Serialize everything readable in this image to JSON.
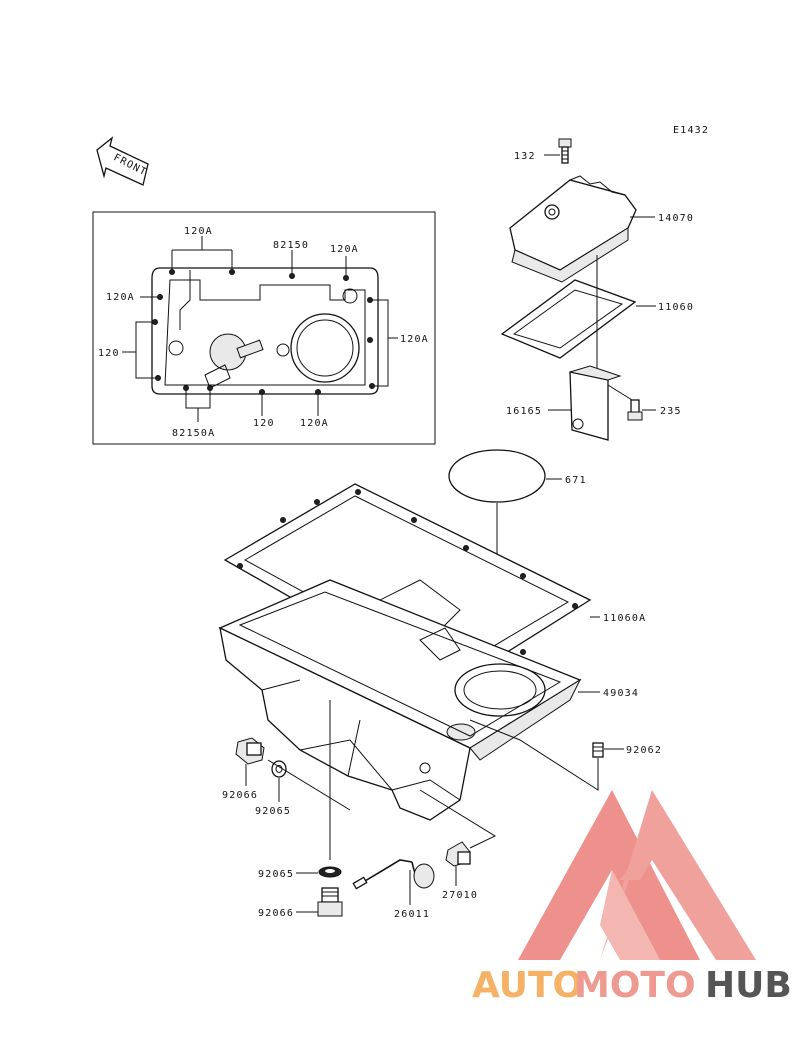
{
  "diagram_code": "E1432",
  "front_label": "FRONT",
  "callouts": {
    "p132": "132",
    "p14070": "14070",
    "p11060": "11060",
    "p16165": "16165",
    "p235": "235",
    "p671": "671",
    "p11060A": "11060A",
    "p49034": "49034",
    "p92062": "92062",
    "p92066_top": "92066",
    "p92065_top": "92065",
    "p92065_bot": "92065",
    "p92066_bot": "92066",
    "p26011": "26011",
    "p27010": "27010"
  },
  "inset": {
    "l_120A_top": "120A",
    "l_82150": "82150",
    "l_120A_tr": "120A",
    "l_120A_left": "120A",
    "l_120_left": "120",
    "l_120A_right": "120A",
    "l_82150A": "82150A",
    "l_120_bottom": "120",
    "l_120A_bottom": "120A"
  },
  "watermark": {
    "part1": "AUTO",
    "part2": "MOTO",
    "part3": "HUB",
    "color1": "#f5b266",
    "color2": "#ef9a90",
    "color3": "#555555"
  }
}
